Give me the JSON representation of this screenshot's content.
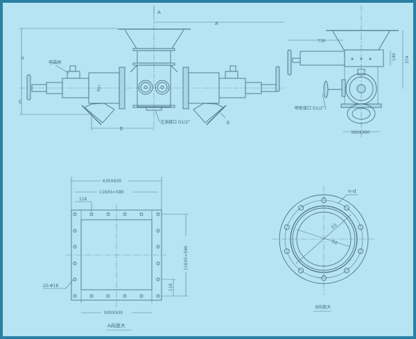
{
  "front_view": {
    "view_arrow_a": "A",
    "dim_a": "A",
    "dim_h": "H",
    "dim_c": "C",
    "dim_e": "E",
    "angle": "45°",
    "valve_label": "电磁阀",
    "oil_port_label": "注油接口  G1/2\"",
    "view_arrow_b": "B"
  },
  "side_view": {
    "dim_730": "730",
    "dim_140": "140",
    "dim_374": "374",
    "spray_port_label": "喷射接口  G1/2\"",
    "dim_360": "360X360"
  },
  "view_a": {
    "dim_outer": "630X630",
    "dim_pitch": "116X5=580",
    "dim_116_top": "116",
    "dim_pitch_vertical": "116X5=580",
    "dim_116_right": "116",
    "holes": "20-Φ18",
    "dim_inner": "500X500",
    "caption": "A向放大"
  },
  "view_b": {
    "holes": "n-d",
    "d1": "D1",
    "d2": "D2",
    "caption": "B向放大"
  }
}
